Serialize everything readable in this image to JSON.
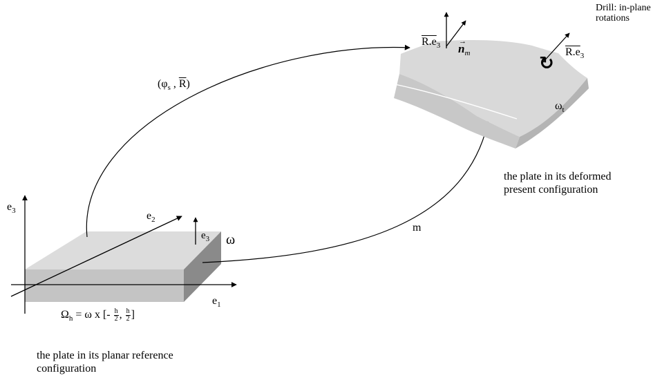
{
  "labels": {
    "drill_line1": "Drill: in-plane",
    "drill_line2": "rotations",
    "R_e3_left": "R.e",
    "R_e3_left_sub": "3",
    "n_m": "n",
    "n_m_sub": "m",
    "n_m_arrow": "→",
    "R_e3_right": "R.e",
    "R_e3_right_sub": "3",
    "rotation_symbol": "↻",
    "phi_R_open": "(φ",
    "phi_R_sub": "s",
    "phi_R_sep": " , ",
    "phi_R_R": "R",
    "phi_R_close": ")",
    "omega_t": "ω",
    "omega_t_sub": "t",
    "deformed_caption_line1": "the plate in its deformed",
    "deformed_caption_line2": "present configuration",
    "e3_axis": "e",
    "e3_axis_sub": "3",
    "e2_axis": "e",
    "e2_axis_sub": "2",
    "e3_plate": "e",
    "e3_plate_sub": "3",
    "omega": "ω",
    "m_label": "m",
    "e1_axis": "e",
    "e1_axis_sub": "1",
    "omega_h_main": "Ω",
    "omega_h_sub": "h",
    "omega_h_rest": " = ω x [- ",
    "frac_num": "h",
    "frac_den": "2",
    "comma": ", ",
    "close_bracket": "]",
    "reference_caption_line1": "the plate in its planar reference",
    "reference_caption_line2": "configuration"
  },
  "colors": {
    "plate_top": "#dcdcdc",
    "plate_front": "#c4c4c4",
    "plate_side": "#8a8a8a",
    "deformed_top": "#d9d9d9",
    "deformed_front": "#c8c8c8",
    "line": "#000000"
  }
}
